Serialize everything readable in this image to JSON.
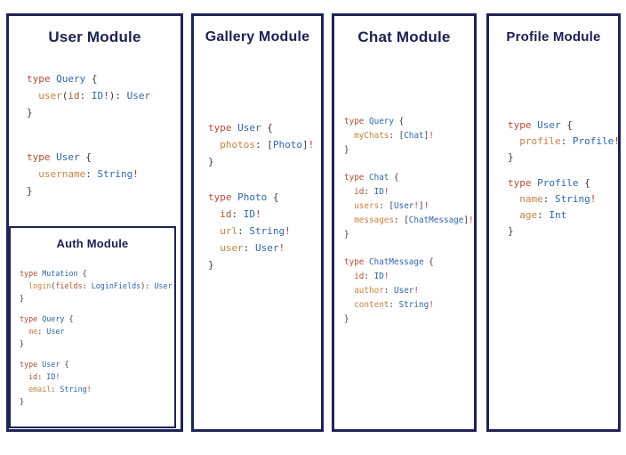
{
  "colors": {
    "keyword": "#b84a35",
    "type": "#2e66ae",
    "field": "#c9823f",
    "arg": "#b05432",
    "punct": "#3b3b3b",
    "bang": "#c13a2c",
    "navy": "#1e2356"
  },
  "panels": [
    {
      "name": "user-module",
      "title": "User Module",
      "blocks": [
        [
          [
            [
              "type ",
              "keyword"
            ],
            [
              "Query ",
              "type"
            ],
            [
              "{",
              "punct"
            ]
          ],
          [
            [
              "  ",
              "punct"
            ],
            [
              "user",
              "field"
            ],
            [
              "(",
              "punct"
            ],
            [
              "id",
              "arg"
            ],
            [
              ": ",
              "punct"
            ],
            [
              "ID",
              "type"
            ],
            [
              "!",
              "bang"
            ],
            [
              "): ",
              "punct"
            ],
            [
              "User",
              "type"
            ]
          ],
          [
            [
              "}",
              "punct"
            ]
          ]
        ],
        [
          [
            [
              "type ",
              "keyword"
            ],
            [
              "User ",
              "type"
            ],
            [
              "{",
              "punct"
            ]
          ],
          [
            [
              "  ",
              "punct"
            ],
            [
              "username",
              "field"
            ],
            [
              ": ",
              "punct"
            ],
            [
              "String",
              "type"
            ],
            [
              "!",
              "bang"
            ]
          ],
          [
            [
              "}",
              "punct"
            ]
          ]
        ]
      ]
    },
    {
      "name": "gallery-module",
      "title": "Gallery Module",
      "blocks": [
        [
          [
            [
              "type ",
              "keyword"
            ],
            [
              "User ",
              "type"
            ],
            [
              "{",
              "punct"
            ]
          ],
          [
            [
              "  ",
              "punct"
            ],
            [
              "photos",
              "field"
            ],
            [
              ": ",
              "punct"
            ],
            [
              "[",
              "punct"
            ],
            [
              "Photo",
              "type"
            ],
            [
              "]",
              "punct"
            ],
            [
              "!",
              "bang"
            ]
          ],
          [
            [
              "}",
              "punct"
            ]
          ]
        ],
        [
          [
            [
              "type ",
              "keyword"
            ],
            [
              "Photo ",
              "type"
            ],
            [
              "{",
              "punct"
            ]
          ],
          [
            [
              "  ",
              "punct"
            ],
            [
              "id",
              "arg"
            ],
            [
              ": ",
              "punct"
            ],
            [
              "ID",
              "type"
            ],
            [
              "!",
              "bang"
            ]
          ],
          [
            [
              "  ",
              "punct"
            ],
            [
              "url",
              "field"
            ],
            [
              ": ",
              "punct"
            ],
            [
              "String",
              "type"
            ],
            [
              "!",
              "bang"
            ]
          ],
          [
            [
              "  ",
              "punct"
            ],
            [
              "user",
              "field"
            ],
            [
              ": ",
              "punct"
            ],
            [
              "User",
              "type"
            ],
            [
              "!",
              "bang"
            ]
          ],
          [
            [
              "}",
              "punct"
            ]
          ]
        ]
      ]
    },
    {
      "name": "chat-module",
      "title": "Chat Module",
      "blocks": [
        [
          [
            [
              "type ",
              "keyword"
            ],
            [
              "Query ",
              "type"
            ],
            [
              "{",
              "punct"
            ]
          ],
          [
            [
              "  ",
              "punct"
            ],
            [
              "myChats",
              "field"
            ],
            [
              ": ",
              "punct"
            ],
            [
              "[",
              "punct"
            ],
            [
              "Chat",
              "type"
            ],
            [
              "]",
              "punct"
            ],
            [
              "!",
              "bang"
            ]
          ],
          [
            [
              "}",
              "punct"
            ]
          ]
        ],
        [
          [
            [
              "type ",
              "keyword"
            ],
            [
              "Chat ",
              "type"
            ],
            [
              "{",
              "punct"
            ]
          ],
          [
            [
              "  ",
              "punct"
            ],
            [
              "id",
              "arg"
            ],
            [
              ": ",
              "punct"
            ],
            [
              "ID",
              "type"
            ],
            [
              "!",
              "bang"
            ]
          ],
          [
            [
              "  ",
              "punct"
            ],
            [
              "users",
              "field"
            ],
            [
              ": ",
              "punct"
            ],
            [
              "[",
              "punct"
            ],
            [
              "User",
              "type"
            ],
            [
              "!",
              "bang"
            ],
            [
              "]",
              "punct"
            ],
            [
              "!",
              "bang"
            ]
          ],
          [
            [
              "  ",
              "punct"
            ],
            [
              "messages",
              "field"
            ],
            [
              ": ",
              "punct"
            ],
            [
              "[",
              "punct"
            ],
            [
              "ChatMessage",
              "type"
            ],
            [
              "]",
              "punct"
            ],
            [
              "!",
              "bang"
            ]
          ],
          [
            [
              "}",
              "punct"
            ]
          ]
        ],
        [
          [
            [
              "type ",
              "keyword"
            ],
            [
              "ChatMessage ",
              "type"
            ],
            [
              "{",
              "punct"
            ]
          ],
          [
            [
              "  ",
              "punct"
            ],
            [
              "id",
              "arg"
            ],
            [
              ": ",
              "punct"
            ],
            [
              "ID",
              "type"
            ],
            [
              "!",
              "bang"
            ]
          ],
          [
            [
              "  ",
              "punct"
            ],
            [
              "author",
              "field"
            ],
            [
              ": ",
              "punct"
            ],
            [
              "User",
              "type"
            ],
            [
              "!",
              "bang"
            ]
          ],
          [
            [
              "  ",
              "punct"
            ],
            [
              "content",
              "field"
            ],
            [
              ": ",
              "punct"
            ],
            [
              "String",
              "type"
            ],
            [
              "!",
              "bang"
            ]
          ],
          [
            [
              "}",
              "punct"
            ]
          ]
        ]
      ]
    },
    {
      "name": "profile-module",
      "title": "Profile Module",
      "blocks": [
        [
          [
            [
              "type ",
              "keyword"
            ],
            [
              "User ",
              "type"
            ],
            [
              "{",
              "punct"
            ]
          ],
          [
            [
              "  ",
              "punct"
            ],
            [
              "profile",
              "field"
            ],
            [
              ": ",
              "punct"
            ],
            [
              "Profile",
              "type"
            ],
            [
              "!",
              "bang"
            ]
          ],
          [
            [
              "}",
              "punct"
            ]
          ]
        ],
        [
          [
            [
              "type ",
              "keyword"
            ],
            [
              "Profile ",
              "type"
            ],
            [
              "{",
              "punct"
            ]
          ],
          [
            [
              "  ",
              "punct"
            ],
            [
              "name",
              "field"
            ],
            [
              ": ",
              "punct"
            ],
            [
              "String",
              "type"
            ],
            [
              "!",
              "bang"
            ]
          ],
          [
            [
              "  ",
              "punct"
            ],
            [
              "age",
              "field"
            ],
            [
              ": ",
              "punct"
            ],
            [
              "Int",
              "type"
            ]
          ],
          [
            [
              "}",
              "punct"
            ]
          ]
        ]
      ]
    },
    {
      "name": "auth-module",
      "title": "Auth Module",
      "blocks": [
        [
          [
            [
              "type ",
              "keyword"
            ],
            [
              "Mutation ",
              "type"
            ],
            [
              "{",
              "punct"
            ]
          ],
          [
            [
              "  ",
              "punct"
            ],
            [
              "login",
              "field"
            ],
            [
              "(",
              "punct"
            ],
            [
              "fields",
              "arg"
            ],
            [
              ": ",
              "punct"
            ],
            [
              "LoginFields",
              "type"
            ],
            [
              "): ",
              "punct"
            ],
            [
              "User",
              "type"
            ]
          ],
          [
            [
              "}",
              "punct"
            ]
          ]
        ],
        [
          [
            [
              "type ",
              "keyword"
            ],
            [
              "Query ",
              "type"
            ],
            [
              "{",
              "punct"
            ]
          ],
          [
            [
              "  ",
              "punct"
            ],
            [
              "me",
              "field"
            ],
            [
              ": ",
              "punct"
            ],
            [
              "User",
              "type"
            ]
          ],
          [
            [
              "}",
              "punct"
            ]
          ]
        ],
        [
          [
            [
              "type ",
              "keyword"
            ],
            [
              "User ",
              "type"
            ],
            [
              "{",
              "punct"
            ]
          ],
          [
            [
              "  ",
              "punct"
            ],
            [
              "id",
              "arg"
            ],
            [
              ": ",
              "punct"
            ],
            [
              "ID",
              "type"
            ],
            [
              "!",
              "bang"
            ]
          ],
          [
            [
              "  ",
              "punct"
            ],
            [
              "email",
              "field"
            ],
            [
              ": ",
              "punct"
            ],
            [
              "String",
              "type"
            ],
            [
              "!",
              "bang"
            ]
          ],
          [
            [
              "}",
              "punct"
            ]
          ]
        ]
      ]
    }
  ]
}
